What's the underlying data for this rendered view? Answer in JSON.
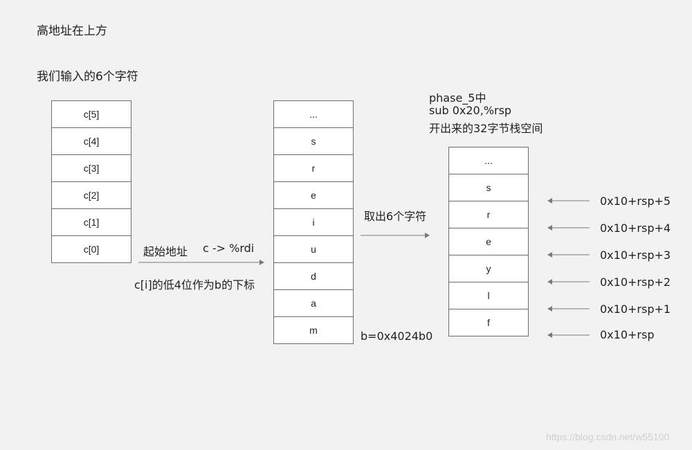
{
  "top_note": "高地址在上方",
  "input_label": "我们输入的6个字符",
  "input_cells": [
    "c[5]",
    "c[4]",
    "c[3]",
    "c[2]",
    "c[1]",
    "c[0]"
  ],
  "arrow1": {
    "label_start": "起始地址",
    "label_reg": "c -> %rdi",
    "label_below": "c[i]的低4位作为b的下标"
  },
  "table_cells": [
    "...",
    "s",
    "r",
    "e",
    "i",
    "u",
    "d",
    "a",
    "m"
  ],
  "table_base": "b=0x4024b0",
  "arrow2_label": "取出6个字符",
  "phase": {
    "line1": "phase_5中",
    "line2": "sub 0x20,%rsp",
    "line3": "开出来的32字节栈空间"
  },
  "stack_cells": [
    "...",
    "s",
    "r",
    "e",
    "y",
    "l",
    "f"
  ],
  "offsets": [
    "0x10+rsp+5",
    "0x10+rsp+4",
    "0x10+rsp+3",
    "0x10+rsp+2",
    "0x10+rsp+1",
    "0x10+rsp"
  ],
  "watermark": "https://blog.csdn.net/w55100"
}
